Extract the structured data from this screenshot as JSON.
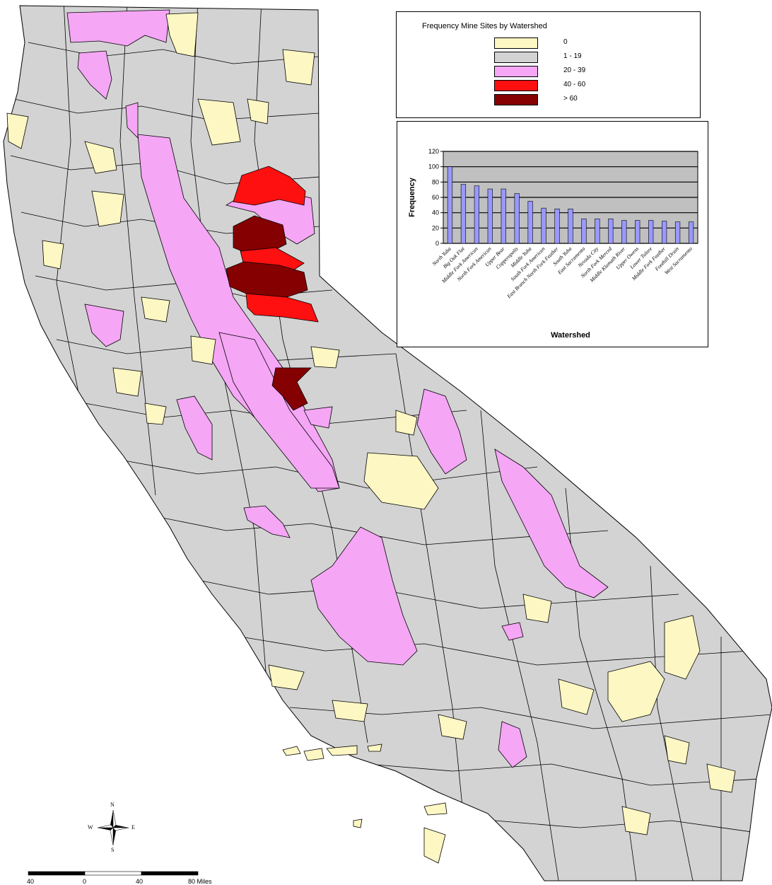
{
  "legend": {
    "title": "Frequency Mine Sites by Watershed",
    "classes": [
      {
        "label": "0",
        "color": "#fdf7c3"
      },
      {
        "label": "1 - 19",
        "color": "#d3d3d3"
      },
      {
        "label": "20 - 39",
        "color": "#f5a6f5"
      },
      {
        "label": "40 - 60",
        "color": "#ff1010"
      },
      {
        "label": "> 60",
        "color": "#850000"
      }
    ]
  },
  "chart_data": {
    "type": "bar",
    "xlabel": "Watershed",
    "ylabel": "Frequency",
    "ylim": [
      0,
      120
    ],
    "yticks": [
      "0",
      "20",
      "40",
      "60",
      "80",
      "100",
      "120"
    ],
    "grid": true,
    "bar_color": "#9999ff",
    "plot_background": "#c0c0c0",
    "categories": [
      "North Yuba",
      "Big Oak Flat",
      "Middle Fork American",
      "North Fork American",
      "Upper Bear",
      "Copperopolis",
      "Middle Yuba",
      "South Fork American",
      "East Branch North Fork Feather",
      "South Yuba",
      "East Sacramento",
      "Nevada City",
      "North Fork Merced",
      "Middle Klamath River",
      "Upper Owens",
      "Lower Tulare",
      "Middle Fork Feather",
      "Foothill Drain",
      "West Sacramento"
    ],
    "values": [
      100,
      77,
      75,
      71,
      71,
      65,
      55,
      46,
      45,
      45,
      32,
      32,
      32,
      30,
      30,
      30,
      29,
      28,
      28
    ]
  },
  "compass": {
    "n": "N",
    "s": "S",
    "e": "E",
    "w": "W"
  },
  "scale_bar": {
    "labels": [
      "40",
      "0",
      "40",
      "80  Miles"
    ]
  }
}
